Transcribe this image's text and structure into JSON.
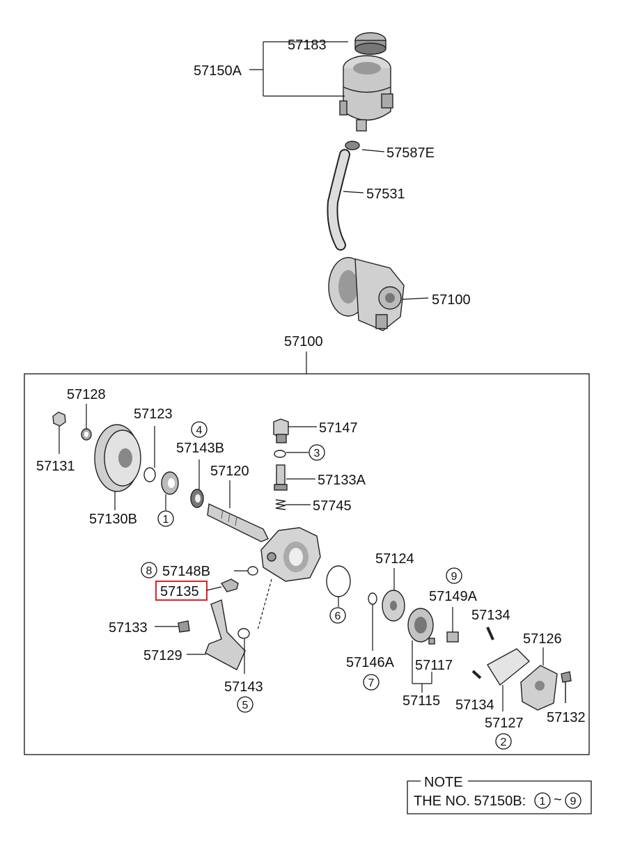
{
  "diagram": {
    "labels": {
      "reservoir_cap": "57183",
      "reservoir_assy": "57150A",
      "hose_clamp": "57587E",
      "hose": "57531",
      "pump_assy_side": "57100",
      "pump_assy_top": "57100",
      "p57128": "57128",
      "p57131": "57131",
      "p57123": "57123",
      "p57130b": "57130B",
      "p57143b": "57143B",
      "p57120": "57120",
      "p57147": "57147",
      "p57133a": "57133A",
      "p57745": "57745",
      "p57148b": "57148B",
      "p57135": "57135",
      "p57133": "57133",
      "p57129": "57129",
      "p57143": "57143",
      "p57124": "57124",
      "p57149a": "57149A",
      "p57134a": "57134",
      "p57126": "57126",
      "p57146a": "57146A",
      "p57117": "57117",
      "p57115": "57115",
      "p57134b": "57134",
      "p57127": "57127",
      "p57132": "57132"
    },
    "circled": {
      "c1": "1",
      "c2": "2",
      "c3": "3",
      "c4": "4",
      "c5": "5",
      "c6": "6",
      "c7": "7",
      "c8": "8",
      "c9": "9"
    },
    "highlight_color": "#e02020"
  },
  "note": {
    "title": "NOTE",
    "text": "THE NO. 57150B:",
    "range_start": "1",
    "tilde": "~",
    "range_end": "9"
  }
}
